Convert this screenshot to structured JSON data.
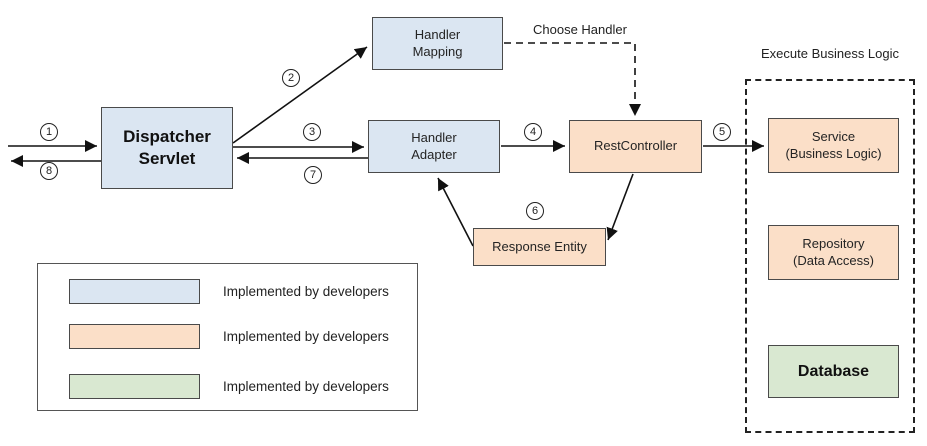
{
  "colors": {
    "blue": "#dbe6f2",
    "orange": "#fbdfc8",
    "green": "#d9e8d1",
    "node-border": "#4a4a4a",
    "line": "#111111"
  },
  "nodes": {
    "dispatcher_servlet": {
      "label": "Dispatcher\nServlet"
    },
    "handler_mapping": {
      "label": "Handler\nMapping"
    },
    "handler_adapter": {
      "label": "Handler\nAdapter"
    },
    "rest_controller": {
      "label": "RestController"
    },
    "response_entity": {
      "label": "Response Entity"
    },
    "service": {
      "label": "Service\n(Business Logic)"
    },
    "repository": {
      "label": "Repository\n(Data Access)"
    },
    "database": {
      "label": "Database"
    }
  },
  "annotations": {
    "choose_handler": "Choose Handler",
    "execute_business_logic": "Execute Business Logic"
  },
  "steps": [
    "1",
    "2",
    "3",
    "4",
    "5",
    "6",
    "7",
    "8"
  ],
  "legend": {
    "items": [
      {
        "color": "blue",
        "label": "Implemented by developers"
      },
      {
        "color": "orange",
        "label": "Implemented by developers"
      },
      {
        "color": "green",
        "label": "Implemented by developers"
      }
    ]
  }
}
